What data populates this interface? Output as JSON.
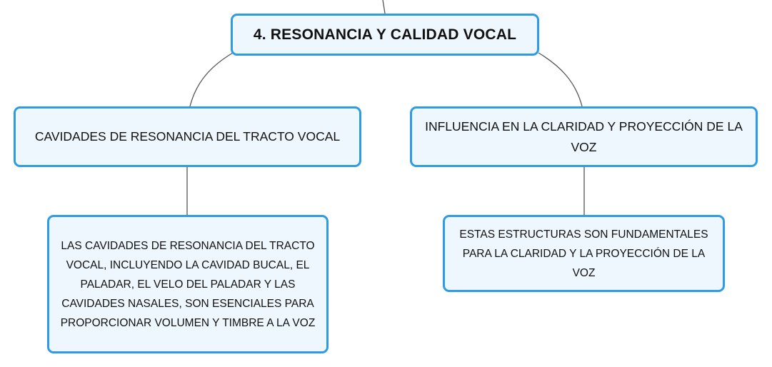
{
  "theme": {
    "border_color": "#2E9BE6",
    "fill_color": "#EEF7FD",
    "text_color": "#111111",
    "connector_color": "#555555"
  },
  "nodes": {
    "root": {
      "text": "4. RESONANCIA Y CALIDAD VOCAL"
    },
    "left_main": {
      "text": "CAVIDADES DE RESONANCIA DEL TRACTO VOCAL"
    },
    "right_main": {
      "text": "INFLUENCIA EN LA CLARIDAD Y PROYECCIÓN DE LA VOZ"
    },
    "left_detail": {
      "text": "LAS CAVIDADES DE RESONANCIA DEL TRACTO VOCAL, INCLUYENDO LA CAVIDAD BUCAL, EL PALADAR, EL VELO DEL PALADAR Y LAS CAVIDADES NASALES, SON ESENCIALES PARA PROPORCIONAR VOLUMEN Y TIMBRE A LA VOZ"
    },
    "right_detail": {
      "text": "ESTAS ESTRUCTURAS SON FUNDAMENTALES PARA LA CLARIDAD Y LA PROYECCIÓN DE LA VOZ"
    }
  }
}
